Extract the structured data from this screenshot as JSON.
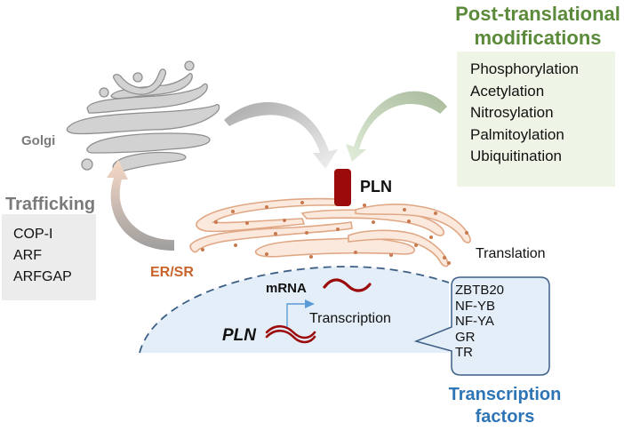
{
  "ptm": {
    "title_line1": "Post-translational",
    "title_line2": "modifications",
    "items": [
      "Phosphorylation",
      "Acetylation",
      "Nitrosylation",
      "Palmitoylation",
      "Ubiquitination"
    ]
  },
  "golgi": {
    "label": "Golgi"
  },
  "trafficking": {
    "title": "Trafficking",
    "items": [
      "COP-I",
      "ARF",
      "ARFGAP"
    ]
  },
  "er": {
    "label": "ER/SR"
  },
  "protein": {
    "label": "PLN"
  },
  "translation": {
    "label": "Translation"
  },
  "nucleus": {
    "mrna_label": "mRNA",
    "gene_label": "PLN",
    "transcription_label": "Transcription"
  },
  "transcription_factors": {
    "items": [
      "ZBTB20",
      "NF-YB",
      "NF-YA",
      "GR",
      "TR"
    ],
    "title_line1": "Transcription",
    "title_line2": "factors"
  },
  "colors": {
    "ptm_green": "#5b8a3a",
    "ptm_box": "#eef5e6",
    "golgi_gray": "#c8c8c8",
    "er_orange": "#c8642a",
    "pln_red": "#9b0b0b",
    "nucleus_fill": "#e4eef8",
    "tf_blue": "#2e75b6"
  }
}
